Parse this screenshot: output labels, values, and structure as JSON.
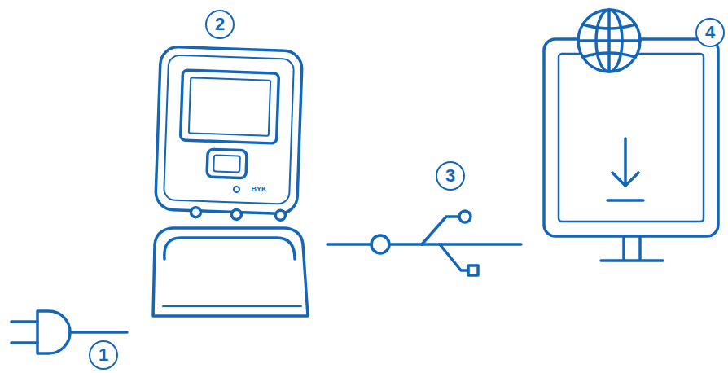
{
  "diagram": {
    "labels": [
      "1",
      "2",
      "3",
      "4",
      "BYK"
    ]
  }
}
